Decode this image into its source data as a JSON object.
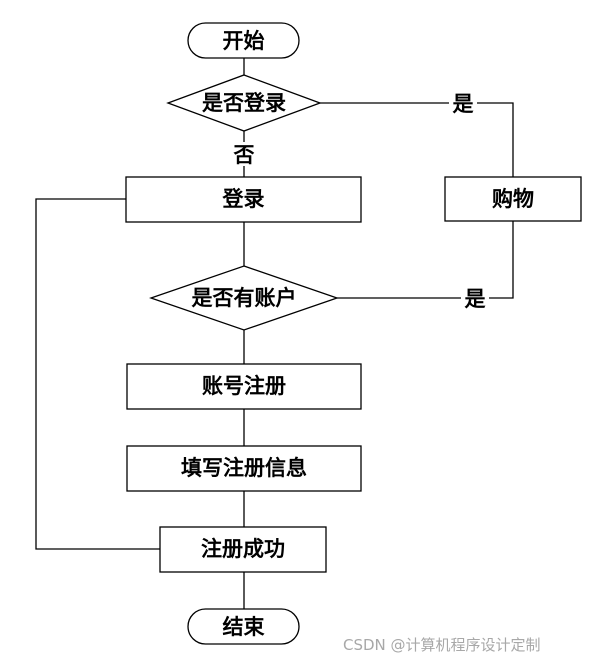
{
  "nodes": {
    "start": "开始",
    "decision_logged_in": "是否登录",
    "login": "登录",
    "shopping": "购物",
    "decision_has_account": "是否有账户",
    "register_account": "账号注册",
    "fill_info": "填写注册信息",
    "register_success": "注册成功",
    "end": "结束"
  },
  "edge_labels": {
    "logged_in_yes": "是",
    "logged_in_no": "否",
    "has_account_yes": "是"
  },
  "watermark": "CSDN @计算机程序设计定制"
}
